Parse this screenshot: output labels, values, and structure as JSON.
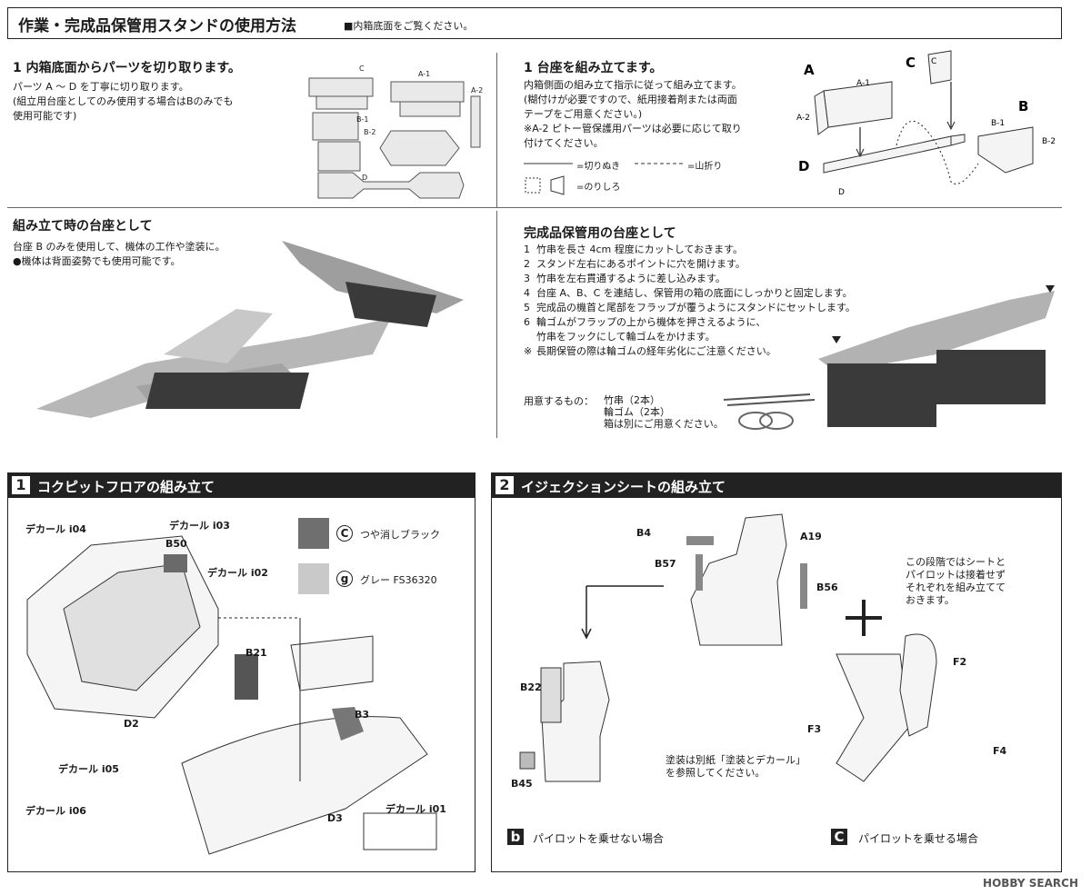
{
  "header": {
    "title": "作業・完成品保管用スタンドの使用方法",
    "note": "■内箱底面をご覧ください。"
  },
  "section1": {
    "heading": "1 内箱底面からパーツを切り取ります。",
    "lines": [
      "パーツ A ～ D を丁寧に切り取ります。",
      "(組立用台座としてのみ使用する場合はBのみでも",
      "使用可能です)"
    ],
    "part_labels": [
      "C",
      "A-1",
      "A-2",
      "B-1",
      "B-2",
      "D"
    ]
  },
  "section2": {
    "heading": "1 台座を組み立てます。",
    "lines": [
      "内箱側面の組み立て指示に従って組み立てます。",
      "(糊付けが必要ですので、紙用接着剤または両面",
      "テープをご用意ください。)",
      "※A-2 ピトー管保護用パーツは必要に応じて取り",
      "付けてください。"
    ],
    "legend": {
      "cut": "=切りぬき",
      "fold": "=山折り",
      "glue": "=のりしろ"
    },
    "part_labels": {
      "A": "A",
      "A1": "A-1",
      "A2": "A-2",
      "C": "C",
      "c_small": "C",
      "B": "B",
      "B1": "B-1",
      "B2": "B-2",
      "D": "D",
      "d_small": "D"
    }
  },
  "section3": {
    "heading": "組み立て時の台座として",
    "lines": [
      "台座 B のみを使用して、機体の工作や塗装に。",
      "●機体は背面姿勢でも使用可能です。"
    ]
  },
  "section4": {
    "heading": "完成品保管用の台座として",
    "steps": [
      {
        "num": "1",
        "text": "竹串を長さ 4cm 程度にカットしておきます。"
      },
      {
        "num": "2",
        "text": "スタンド左右にあるポイントに穴を開けます。"
      },
      {
        "num": "3",
        "text": "竹串を左右貫通するように差し込みます。"
      },
      {
        "num": "4",
        "text": "台座 A、B、C を連結し、保管用の箱の底面にしっかりと固定します。"
      },
      {
        "num": "5",
        "text": "完成品の機首と尾部をフラップが覆うようにスタンドにセットします。"
      },
      {
        "num": "6",
        "text": "輪ゴムがフラップの上から機体を押さえるように、"
      },
      {
        "num": "",
        "text": "竹串をフックにして輪ゴムをかけます。"
      },
      {
        "num": "※",
        "text": "長期保管の際は輪ゴムの経年劣化にご注意ください。"
      }
    ],
    "prep_label": "用意するもの：",
    "prep_items": [
      "竹串（2本）",
      "輪ゴム（2本）",
      "箱は別にご用意ください。"
    ]
  },
  "step1": {
    "num": "1",
    "title": "コクピットフロアの組み立て",
    "labels": {
      "i04": "デカール i04",
      "i03": "デカール i03",
      "b50": "B50",
      "i02": "デカール i02",
      "b21": "B21",
      "b3": "B3",
      "d2": "D2",
      "i05": "デカール i05",
      "i06": "デカール i06",
      "d3": "D3",
      "i01": "デカール i01"
    },
    "colors": [
      {
        "code": "C",
        "name": "つや消しブラック",
        "hex": "#6f6f6f"
      },
      {
        "code": "g",
        "name": "グレー FS36320",
        "hex": "#c9c9c9"
      }
    ]
  },
  "step2": {
    "num": "2",
    "title": "イジェクションシートの組み立て",
    "labels": {
      "b4": "B4",
      "a19": "A19",
      "b57": "B57",
      "b56": "B56",
      "b22": "B22",
      "b45": "B45",
      "f2": "F2",
      "f3": "F3",
      "f4": "F4"
    },
    "note_lines": [
      "この段階ではシートと",
      "パイロットは接着せず",
      "それぞれを組み立てて",
      "おきます。"
    ],
    "paint_lines": [
      "塗装は別紙「塗装とデカール」",
      "を参照してください。"
    ],
    "option_b_letter": "b",
    "option_b": "パイロットを乗せない場合",
    "option_c_letter": "C",
    "option_c": "パイロットを乗せる場合"
  },
  "watermark": "HOBBY SEARCH"
}
